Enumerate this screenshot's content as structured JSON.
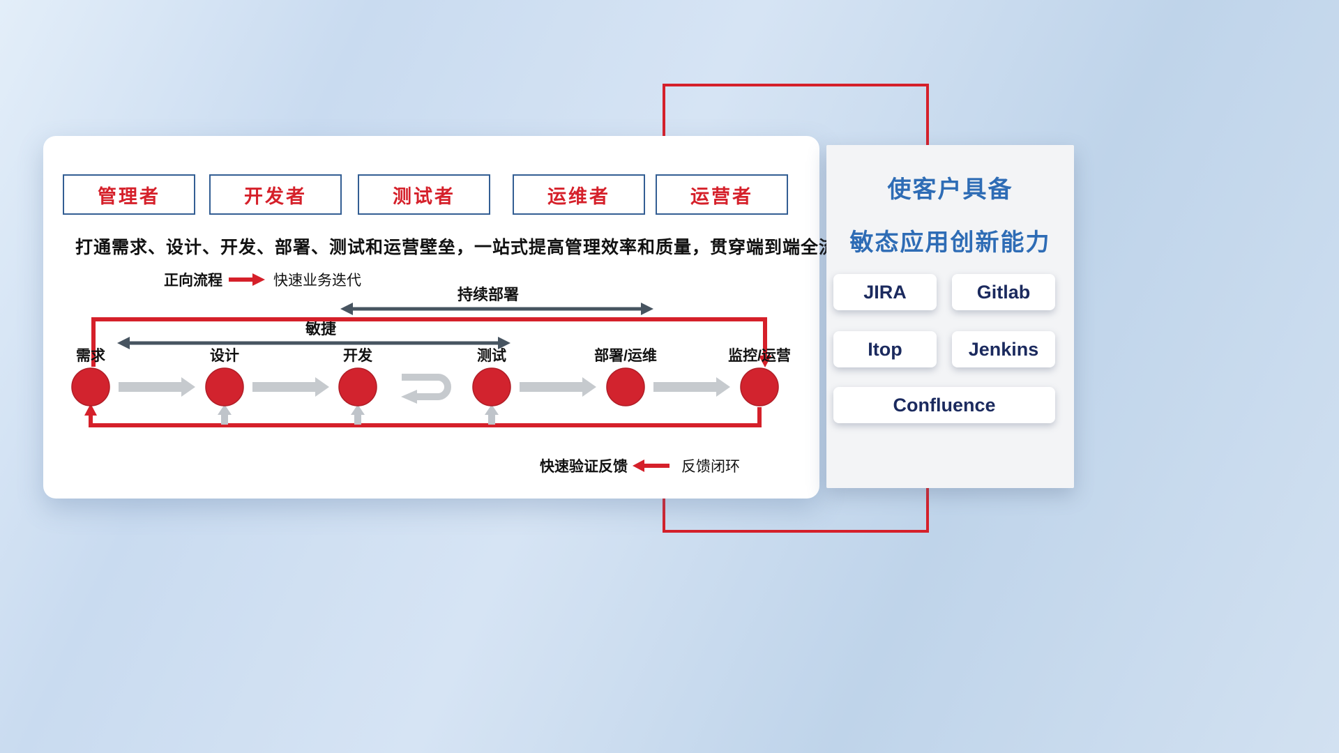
{
  "colors": {
    "red": "#d5202a",
    "panel_title_blue": "#2e6cb5",
    "tool_navy": "#1b2a5e",
    "dark_arrow": "#475460",
    "light_arrow": "#c6cace"
  },
  "card": {
    "roles": [
      "管理者",
      "开发者",
      "测试者",
      "运维者",
      "运营者"
    ],
    "subtitle": "打通需求、设计、开发、部署、测试和运营壁垒，一站式提高管理效率和质量，贯穿端到端全流程",
    "forward_legend": {
      "label": "正向流程",
      "desc": "快速业务迭代"
    },
    "feedback_legend": {
      "label": "快速验证反馈",
      "desc": "反馈闭环"
    },
    "continuous_deploy_label": "持续部署",
    "agile_label": "敏捷",
    "stages": [
      "需求",
      "设计",
      "开发",
      "测试",
      "部署/运维",
      "监控/运营"
    ]
  },
  "panel": {
    "title_line1": "使客户具备",
    "title_line2": "敏态应用创新能力",
    "tools": [
      "JIRA",
      "Gitlab",
      "Itop",
      "Jenkins",
      "Confluence"
    ]
  }
}
